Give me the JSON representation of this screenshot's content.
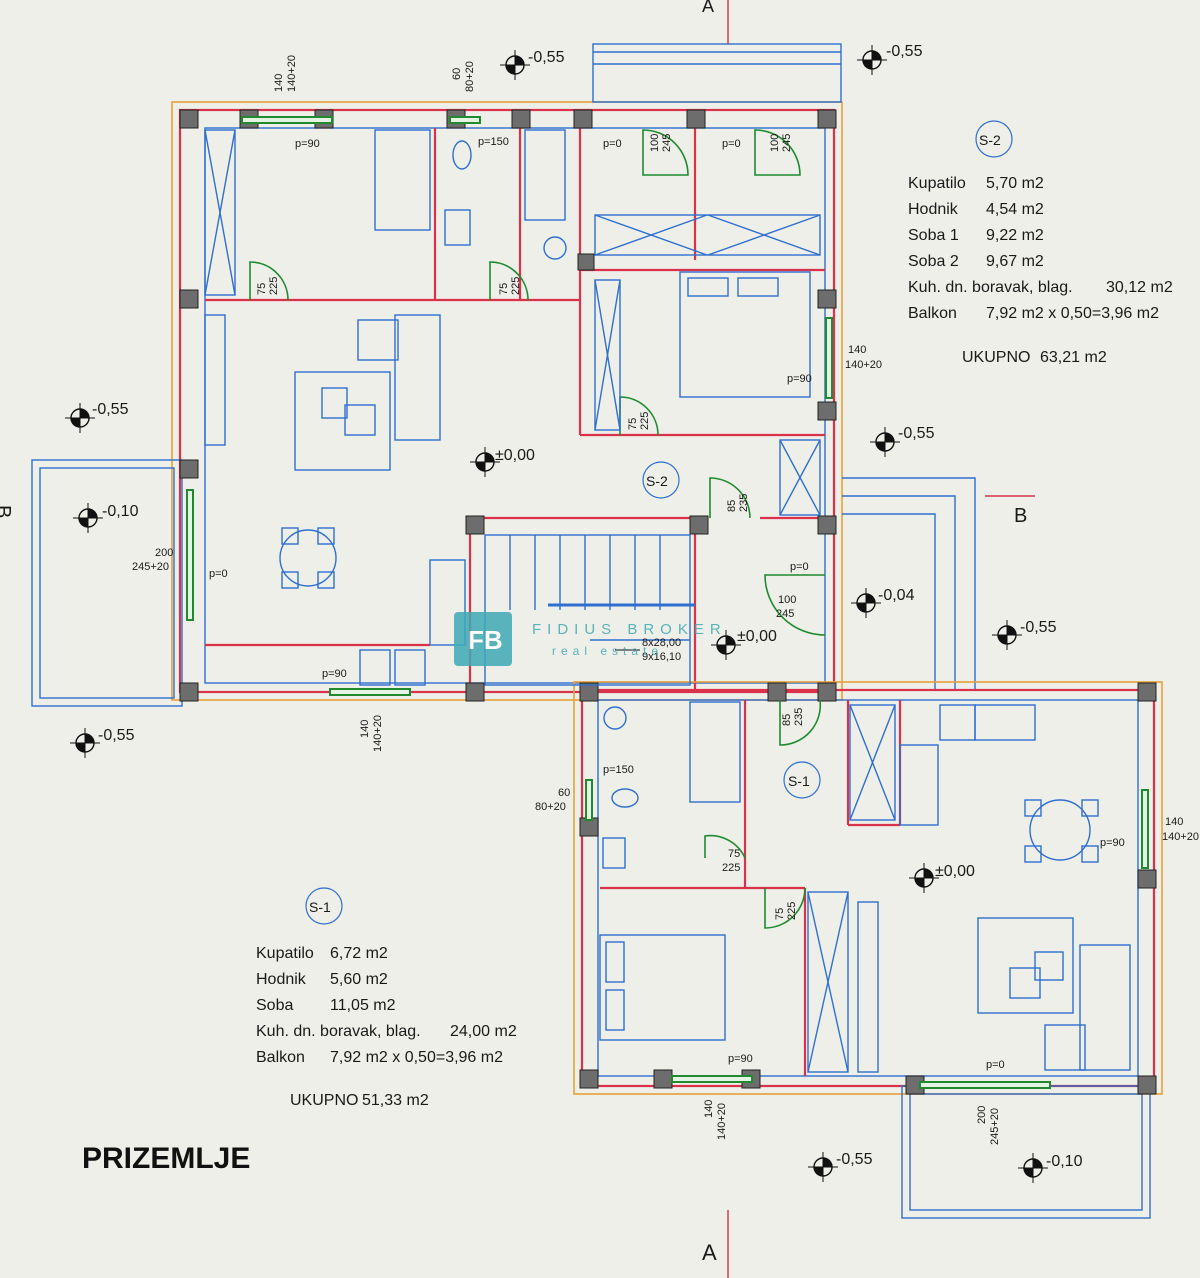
{
  "plan_title": "PRIZEMLJE",
  "watermark": {
    "logo_text": "FB",
    "brand_line1": "FIDIUS BROKER",
    "brand_line2": "real estate"
  },
  "section_markers": {
    "top": "A",
    "bottom": "A",
    "right": "B",
    "left": "B"
  },
  "unit_s2": {
    "tag": "S-2",
    "rooms": [
      {
        "name": "Kupatilo",
        "area": "5,70 m2"
      },
      {
        "name": "Hodnik",
        "area": "4,54 m2"
      },
      {
        "name": "Soba 1",
        "area": "9,22 m2"
      },
      {
        "name": "Soba 2",
        "area": "9,67 m2"
      },
      {
        "name": "Kuh. dn. boravak, blag.",
        "area": "30,12 m2"
      },
      {
        "name": "Balkon",
        "area": "7,92 m2 x 0,50=3,96 m2"
      }
    ],
    "total_label": "UKUPNO",
    "total_value": "63,21 m2"
  },
  "unit_s1": {
    "tag": "S-1",
    "rooms": [
      {
        "name": "Kupatilo",
        "area": "6,72 m2"
      },
      {
        "name": "Hodnik",
        "area": "5,60 m2"
      },
      {
        "name": "Soba",
        "area": "11,05 m2"
      },
      {
        "name": "Kuh. dn. boravak, blag.",
        "area": "24,00 m2"
      },
      {
        "name": "Balkon",
        "area": "7,92 m2 x 0,50=3,96 m2"
      }
    ],
    "total_label": "UKUPNO",
    "total_value": "51,33 m2"
  },
  "room_tags": {
    "s2_center": "S-2",
    "s1_center": "S-1"
  },
  "levels": {
    "top_left": "-0,55",
    "top_right": "-0,55",
    "left_mid": "-0,55",
    "left_terrace": "-0,10",
    "left_bottom": "-0,55",
    "center_s2": "±0,00",
    "right_mid": "-0,55",
    "entrance": "-0,04",
    "stair": "±0,00",
    "right_lower": "-0,55",
    "center_s1": "±0,00",
    "bottom_mid": "-0,55",
    "bottom_terrace": "-0,10"
  },
  "openings": {
    "w_top_left": {
      "a": "140",
      "b": "140+20"
    },
    "w_top_bath": {
      "a": "60",
      "b": "80+20"
    },
    "w_right_bed": {
      "a": "140",
      "b": "140+20"
    },
    "w_left_living": {
      "a": "200",
      "b": "245+20"
    },
    "w_bottom_living": {
      "a": "140",
      "b": "140+20"
    },
    "w_s1_bath": {
      "a": "60",
      "b": "80+20"
    },
    "w_s1_right": {
      "a": "140",
      "b": "140+20"
    },
    "w_s1_bottom": {
      "a": "140",
      "b": "140+20"
    },
    "w_s1_balcony": {
      "a": "200",
      "b": "245+20"
    },
    "d_top_1": {
      "a": "100",
      "b": "245"
    },
    "d_top_2": {
      "a": "100",
      "b": "245"
    },
    "d_room_left": {
      "a": "75",
      "b": "225"
    },
    "d_bath_s2": {
      "a": "75",
      "b": "225"
    },
    "d_bed_s2": {
      "a": "75",
      "b": "225"
    },
    "d_hall_s2": {
      "a": "85",
      "b": "235"
    },
    "d_entrance": {
      "a": "100",
      "b": "245"
    },
    "d_s1_entry": {
      "a": "85",
      "b": "235"
    },
    "d_s1_bath": {
      "a": "75",
      "b": "225"
    },
    "d_s1_bed": {
      "a": "75",
      "b": "225"
    }
  },
  "sill_heights": {
    "p_top_left": "p=90",
    "p_top_bath": "p=150",
    "p_top_1": "p=0",
    "p_top_2": "p=0",
    "p_bed_s2": "p=90",
    "p_left_living": "p=0",
    "p_bottom_living": "p=90",
    "p_entrance": "p=0",
    "p_s1_bath": "p=150",
    "p_s1_right": "p=90",
    "p_s1_bottom": "p=90",
    "p_s1_balcony": "p=0"
  },
  "stair_labels": {
    "line1": "8x28,00",
    "line2": "9x16,10"
  },
  "colors": {
    "wall_red": "#d9324a",
    "wall_blue": "#2f6fd0",
    "wall_orange": "#e8a03a",
    "door_green": "#1f8b2e",
    "paper": "#eeefe8",
    "watermark_teal": "#3fa9b5"
  }
}
